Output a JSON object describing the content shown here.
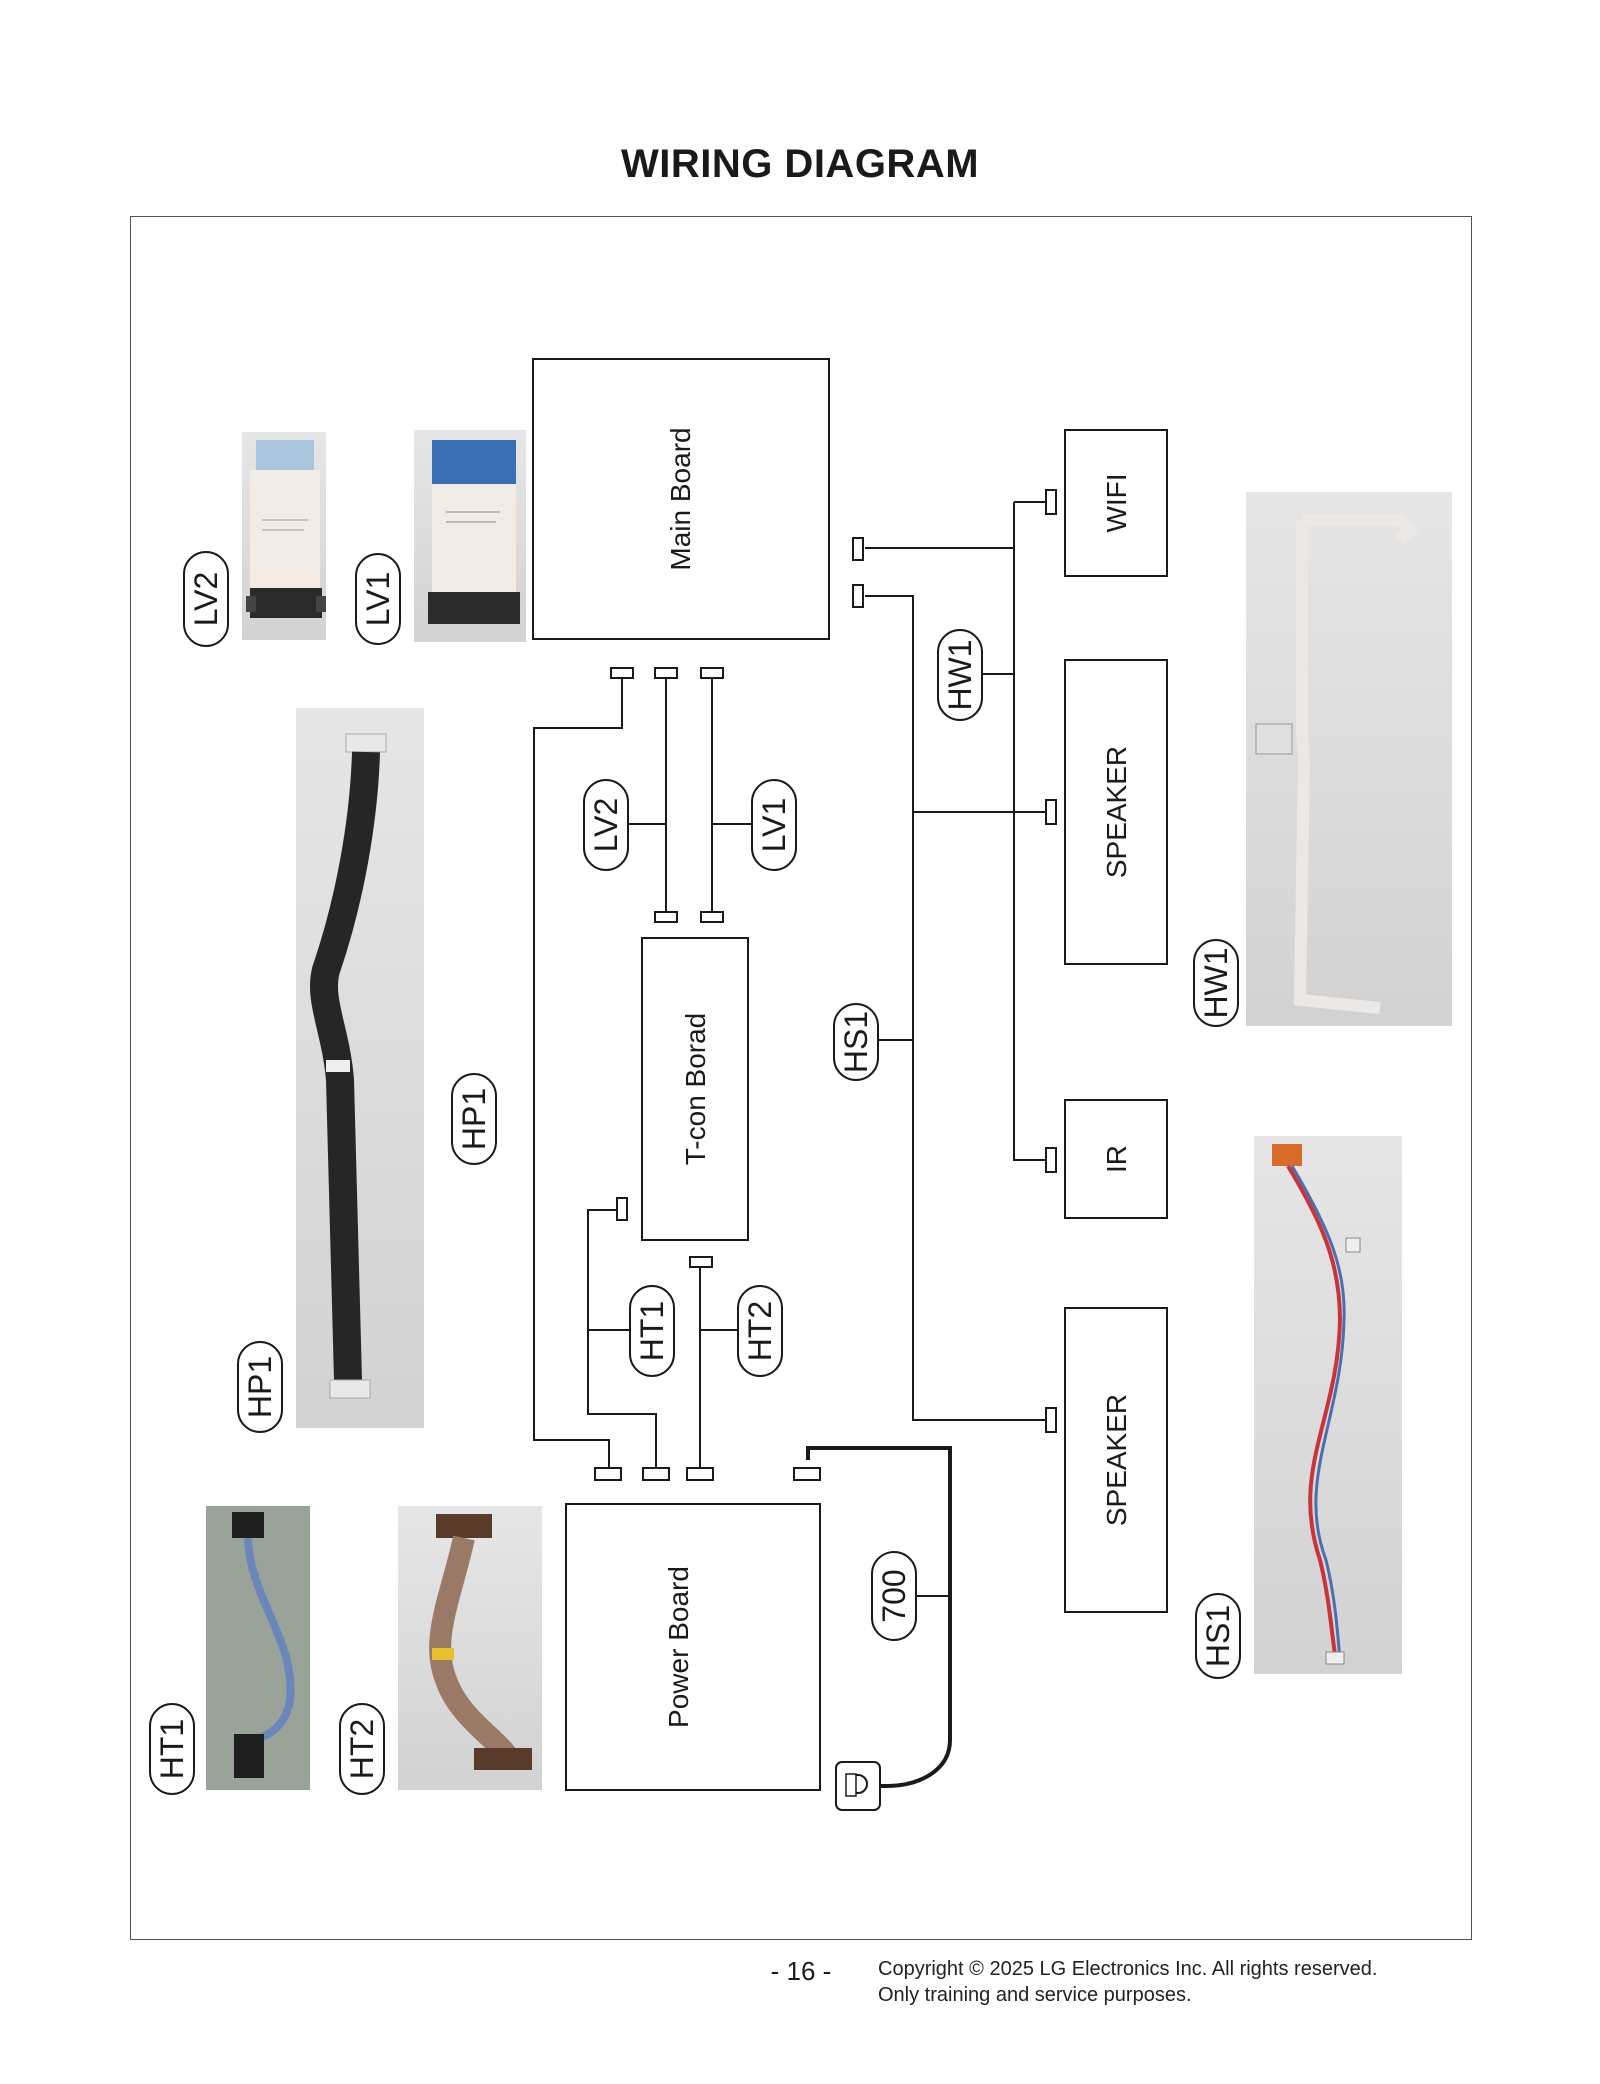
{
  "page_title": "WIRING DIAGRAM",
  "boards": {
    "main": "Main Board",
    "tcon": "T-con Borad",
    "power": "Power Board",
    "wifi": "WIFI",
    "speaker_top": "SPEAKER",
    "ir": "IR",
    "speaker_bottom": "SPEAKER"
  },
  "cable_labels": {
    "lv2": "LV2",
    "lv1": "LV1",
    "hp1": "HP1",
    "ht1": "HT1",
    "ht2": "HT2",
    "hw1": "HW1",
    "hs1": "HS1",
    "c700": "700"
  },
  "photo_labels": {
    "lv2": "LV2",
    "lv1": "LV1",
    "hp1": "HP1",
    "ht1": "HT1",
    "ht2": "HT2",
    "hw1": "HW1",
    "hs1": "HS1"
  },
  "footer": {
    "page_number": "- 16 -",
    "copyright_line1": "Copyright © 2025 LG Electronics Inc. All rights reserved.",
    "copyright_line2": "Only training and service purposes."
  },
  "colors": {
    "line": "#1a1a1a",
    "ffc_blue": "#3a6fb5",
    "ffc_white": "#e4e0dc",
    "ffc_black": "#2a2a2a",
    "wire_red": "#c8343a",
    "wire_blue": "#4a6fb0",
    "photo_bg": "#dcdcdc"
  }
}
